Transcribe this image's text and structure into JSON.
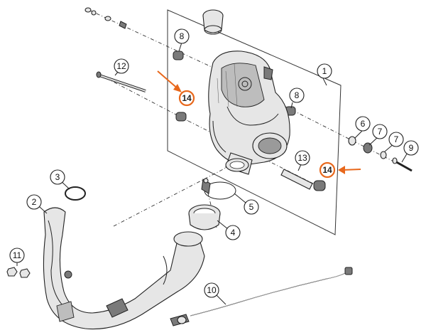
{
  "callouts": {
    "c1": "1",
    "c2": "2",
    "c3": "3",
    "c4": "4",
    "c5": "5",
    "c6": "6",
    "c7a": "7",
    "c7b": "7",
    "c8a": "8",
    "c8b": "8",
    "c9": "9",
    "c10": "10",
    "c11": "11",
    "c12": "12",
    "c13": "13",
    "c14a": "14",
    "c14b": "14"
  },
  "highlight_color": "#e8681c"
}
